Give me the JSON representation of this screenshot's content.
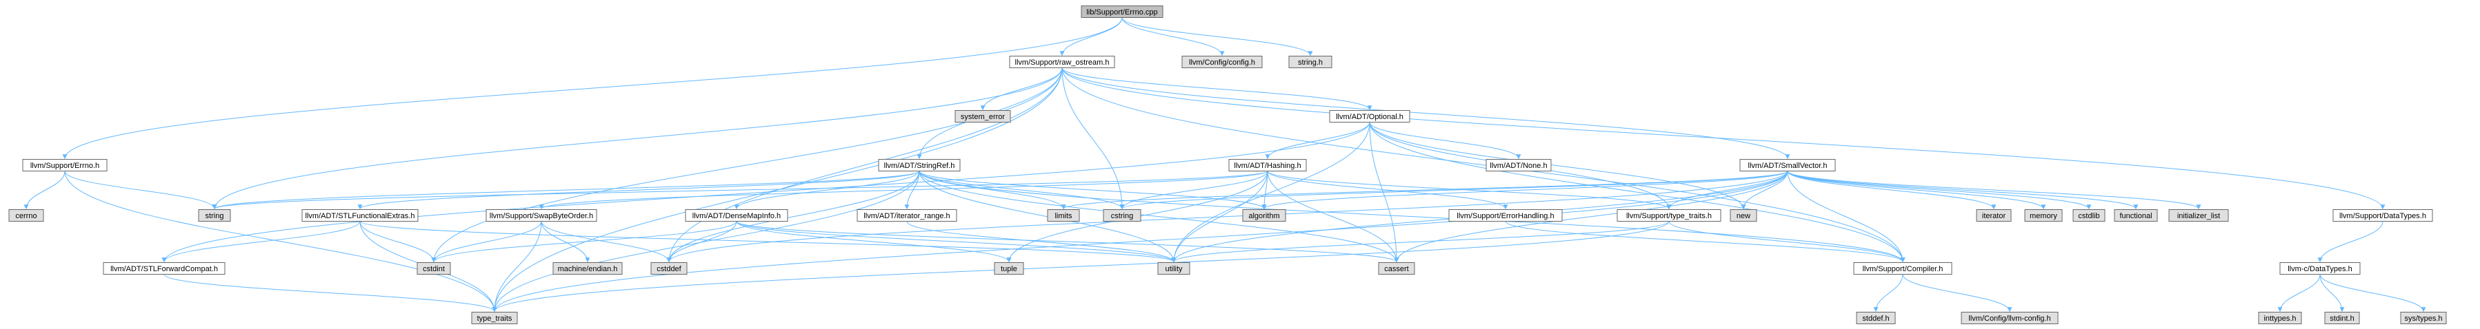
{
  "colors": {
    "root_fill": "#bfbfbf",
    "internal_fill": "#ffffff",
    "external_fill": "#e0e0e0",
    "border": "#666666",
    "edge": "#63b8ff"
  },
  "nodes": [
    {
      "id": "errno_cpp",
      "label": "lib/Support/Errno.cpp",
      "kind": "root"
    },
    {
      "id": "raw_ostream",
      "label": "llvm/Support/raw_ostream.h",
      "kind": "internal"
    },
    {
      "id": "config_h",
      "label": "llvm/Config/config.h",
      "kind": "external"
    },
    {
      "id": "string_h",
      "label": "string.h",
      "kind": "external"
    },
    {
      "id": "support_errno",
      "label": "llvm/Support/Errno.h",
      "kind": "internal"
    },
    {
      "id": "system_error",
      "label": "system_error",
      "kind": "external"
    },
    {
      "id": "optional",
      "label": "llvm/ADT/Optional.h",
      "kind": "internal"
    },
    {
      "id": "cerrno",
      "label": "cerrno",
      "kind": "external"
    },
    {
      "id": "string",
      "label": "string",
      "kind": "external"
    },
    {
      "id": "stringref",
      "label": "llvm/ADT/StringRef.h",
      "kind": "internal"
    },
    {
      "id": "hashing",
      "label": "llvm/ADT/Hashing.h",
      "kind": "internal"
    },
    {
      "id": "none_h",
      "label": "llvm/ADT/None.h",
      "kind": "internal"
    },
    {
      "id": "smallvector",
      "label": "llvm/ADT/SmallVector.h",
      "kind": "internal"
    },
    {
      "id": "limits",
      "label": "limits",
      "kind": "external"
    },
    {
      "id": "cstring",
      "label": "cstring",
      "kind": "external"
    },
    {
      "id": "algorithm",
      "label": "algorithm",
      "kind": "external"
    },
    {
      "id": "new",
      "label": "new",
      "kind": "external"
    },
    {
      "id": "iterator",
      "label": "iterator",
      "kind": "external"
    },
    {
      "id": "memory",
      "label": "memory",
      "kind": "external"
    },
    {
      "id": "cstdlib",
      "label": "cstdlib",
      "kind": "external"
    },
    {
      "id": "functional",
      "label": "functional",
      "kind": "external"
    },
    {
      "id": "initializer_list",
      "label": "initializer_list",
      "kind": "external"
    },
    {
      "id": "datatypes",
      "label": "llvm/Support/DataTypes.h",
      "kind": "internal"
    },
    {
      "id": "stlfunctional",
      "label": "llvm/ADT/STLFunctionalExtras.h",
      "kind": "internal"
    },
    {
      "id": "swapbyteorder",
      "label": "llvm/Support/SwapByteOrder.h",
      "kind": "internal"
    },
    {
      "id": "densemapinfo",
      "label": "llvm/ADT/DenseMapInfo.h",
      "kind": "internal"
    },
    {
      "id": "iterator_range",
      "label": "llvm/ADT/iterator_range.h",
      "kind": "internal"
    },
    {
      "id": "errorhandling",
      "label": "llvm/Support/ErrorHandling.h",
      "kind": "internal"
    },
    {
      "id": "type_traits_h",
      "label": "llvm/Support/type_traits.h",
      "kind": "internal"
    },
    {
      "id": "stlforward",
      "label": "llvm/ADT/STLForwardCompat.h",
      "kind": "internal"
    },
    {
      "id": "cstdint",
      "label": "cstdint",
      "kind": "external"
    },
    {
      "id": "machine_endian",
      "label": "machine/endian.h",
      "kind": "external"
    },
    {
      "id": "cstddef",
      "label": "cstddef",
      "kind": "external"
    },
    {
      "id": "tuple",
      "label": "tuple",
      "kind": "external"
    },
    {
      "id": "utility",
      "label": "utility",
      "kind": "external"
    },
    {
      "id": "cassert",
      "label": "cassert",
      "kind": "external"
    },
    {
      "id": "compiler",
      "label": "llvm/Support/Compiler.h",
      "kind": "internal"
    },
    {
      "id": "c_datatypes",
      "label": "llvm-c/DataTypes.h",
      "kind": "internal"
    },
    {
      "id": "type_traits",
      "label": "type_traits",
      "kind": "external"
    },
    {
      "id": "stddef_h",
      "label": "stddef.h",
      "kind": "external"
    },
    {
      "id": "llvm_config",
      "label": "llvm/Config/llvm-config.h",
      "kind": "external"
    },
    {
      "id": "inttypes_h",
      "label": "inttypes.h",
      "kind": "external"
    },
    {
      "id": "stdint_h",
      "label": "stdint.h",
      "kind": "external"
    },
    {
      "id": "sys_types_h",
      "label": "sys/types.h",
      "kind": "external"
    }
  ],
  "edges": [
    [
      "errno_cpp",
      "raw_ostream"
    ],
    [
      "errno_cpp",
      "config_h"
    ],
    [
      "errno_cpp",
      "string_h"
    ],
    [
      "errno_cpp",
      "support_errno"
    ],
    [
      "raw_ostream",
      "system_error"
    ],
    [
      "raw_ostream",
      "optional"
    ],
    [
      "raw_ostream",
      "stringref"
    ],
    [
      "raw_ostream",
      "smallvector"
    ],
    [
      "raw_ostream",
      "datatypes"
    ],
    [
      "raw_ostream",
      "string"
    ],
    [
      "raw_ostream",
      "cstring"
    ],
    [
      "raw_ostream",
      "compiler"
    ],
    [
      "raw_ostream",
      "cstdint"
    ],
    [
      "raw_ostream",
      "cstddef"
    ],
    [
      "raw_ostream",
      "type_traits"
    ],
    [
      "support_errno",
      "cerrno"
    ],
    [
      "support_errno",
      "string"
    ],
    [
      "support_errno",
      "type_traits"
    ],
    [
      "optional",
      "hashing"
    ],
    [
      "optional",
      "none_h"
    ],
    [
      "optional",
      "type_traits_h"
    ],
    [
      "optional",
      "stlforward"
    ],
    [
      "optional",
      "compiler"
    ],
    [
      "optional",
      "cassert"
    ],
    [
      "optional",
      "new"
    ],
    [
      "optional",
      "utility"
    ],
    [
      "stringref",
      "stlfunctional"
    ],
    [
      "stringref",
      "densemapinfo"
    ],
    [
      "stringref",
      "iterator_range"
    ],
    [
      "stringref",
      "compiler"
    ],
    [
      "stringref",
      "algorithm"
    ],
    [
      "stringref",
      "cassert"
    ],
    [
      "stringref",
      "cstddef"
    ],
    [
      "stringref",
      "cstring"
    ],
    [
      "stringref",
      "limits"
    ],
    [
      "stringref",
      "string"
    ],
    [
      "stringref",
      "type_traits"
    ],
    [
      "stringref",
      "utility"
    ],
    [
      "hashing",
      "errorhandling"
    ],
    [
      "hashing",
      "swapbyteorder"
    ],
    [
      "hashing",
      "type_traits_h"
    ],
    [
      "hashing",
      "algorithm"
    ],
    [
      "hashing",
      "cassert"
    ],
    [
      "hashing",
      "cstring"
    ],
    [
      "hashing",
      "string"
    ],
    [
      "hashing",
      "tuple"
    ],
    [
      "hashing",
      "utility"
    ],
    [
      "smallvector",
      "compiler"
    ],
    [
      "smallvector",
      "type_traits_h"
    ],
    [
      "smallvector",
      "algorithm"
    ],
    [
      "smallvector",
      "cassert"
    ],
    [
      "smallvector",
      "cstddef"
    ],
    [
      "smallvector",
      "cstdlib"
    ],
    [
      "smallvector",
      "cstring"
    ],
    [
      "smallvector",
      "functional"
    ],
    [
      "smallvector",
      "initializer_list"
    ],
    [
      "smallvector",
      "iterator"
    ],
    [
      "smallvector",
      "limits"
    ],
    [
      "smallvector",
      "memory"
    ],
    [
      "smallvector",
      "new"
    ],
    [
      "smallvector",
      "type_traits"
    ],
    [
      "smallvector",
      "utility"
    ],
    [
      "datatypes",
      "c_datatypes"
    ],
    [
      "stlfunctional",
      "stlforward"
    ],
    [
      "stlfunctional",
      "cstdint"
    ],
    [
      "stlfunctional",
      "type_traits"
    ],
    [
      "stlfunctional",
      "utility"
    ],
    [
      "swapbyteorder",
      "cstddef"
    ],
    [
      "swapbyteorder",
      "cstdint"
    ],
    [
      "swapbyteorder",
      "type_traits"
    ],
    [
      "swapbyteorder",
      "machine_endian"
    ],
    [
      "densemapinfo",
      "cassert"
    ],
    [
      "densemapinfo",
      "cstddef"
    ],
    [
      "densemapinfo",
      "cstdint"
    ],
    [
      "densemapinfo",
      "tuple"
    ],
    [
      "densemapinfo",
      "utility"
    ],
    [
      "iterator_range",
      "utility"
    ],
    [
      "errorhandling",
      "compiler"
    ],
    [
      "type_traits_h",
      "compiler"
    ],
    [
      "type_traits_h",
      "type_traits"
    ],
    [
      "type_traits_h",
      "utility"
    ],
    [
      "stlforward",
      "type_traits"
    ],
    [
      "compiler",
      "stddef_h"
    ],
    [
      "compiler",
      "llvm_config"
    ],
    [
      "c_datatypes",
      "inttypes_h"
    ],
    [
      "c_datatypes",
      "stdint_h"
    ],
    [
      "c_datatypes",
      "sys_types_h"
    ]
  ]
}
